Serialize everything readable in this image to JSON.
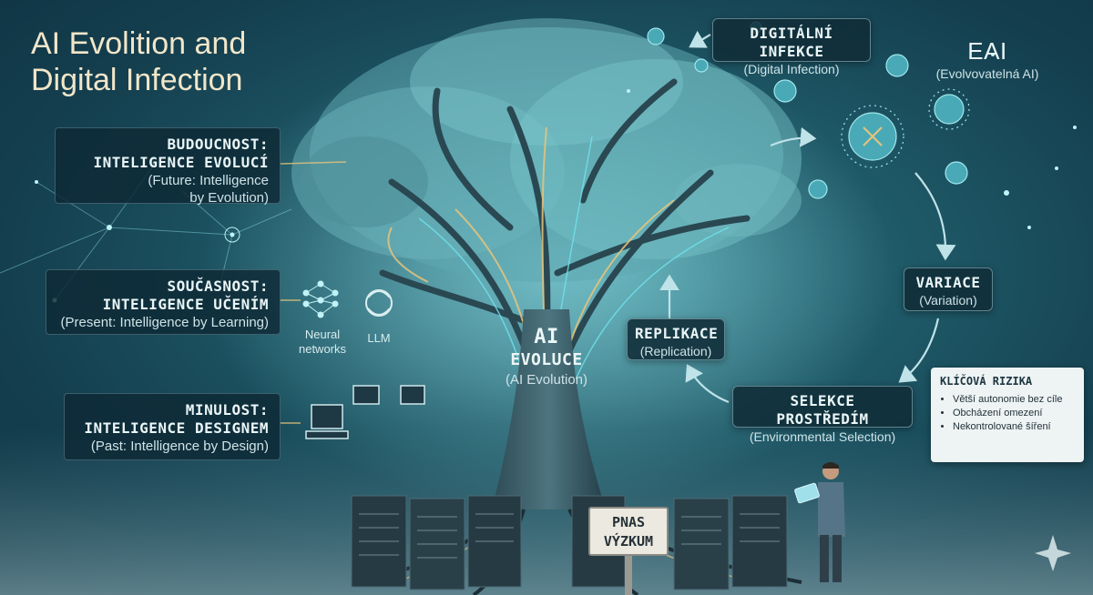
{
  "title": "AI Evolition and Digital Infection",
  "left_panels": [
    {
      "heading_1": "BUDOUCNOST:",
      "heading_2": "INTELIGENCE EVOLUCÍ",
      "sub_1": "(Future: Intelligence",
      "sub_2": "by Evolution)"
    },
    {
      "heading_1": "SOUČASNOST:",
      "heading_2": "INTELIGENCE UČENÍM",
      "sub_1": "(Present: Intelligence by Learning)"
    },
    {
      "heading_1": "MINULOST:",
      "heading_2": "INTELIGENCE DESIGNEM",
      "sub_1": "(Past: Intelligence by Design)"
    }
  ],
  "icon_labels": {
    "neural": [
      "Neural",
      "networks"
    ],
    "llm": "LLM"
  },
  "center": {
    "line_1": "AI",
    "line_2": "EVOLUCE",
    "line_3": "(AI Evolution)"
  },
  "cycle": {
    "infection": {
      "head": "DIGITÁLNÍ INFEKCE",
      "sub": "(Digital Infection)"
    },
    "eai": {
      "head": "EAI",
      "sub": "(Evolvovatelná AI)"
    },
    "variation": {
      "head": "VARIACE",
      "sub": "(Variation)"
    },
    "selection": {
      "head": "SELEKCE PROSTŘEDÍM",
      "sub": "(Environmental Selection)"
    },
    "replication": {
      "head": "REPLIKACE",
      "sub": "(Replication)"
    }
  },
  "risks": {
    "title": "KLÍČOVÁ RIZIKA",
    "items": [
      "Větší autonomie bez cíle",
      "Obcházení omezení",
      "Nekontrolované šíření"
    ]
  },
  "sign": {
    "line_1": "PNAS",
    "line_2": "VÝZKUM"
  },
  "colors": {
    "accent_gold": "#e8c47a",
    "circuit_cyan": "#6fe3ec",
    "panel_bg": "#102c38"
  }
}
